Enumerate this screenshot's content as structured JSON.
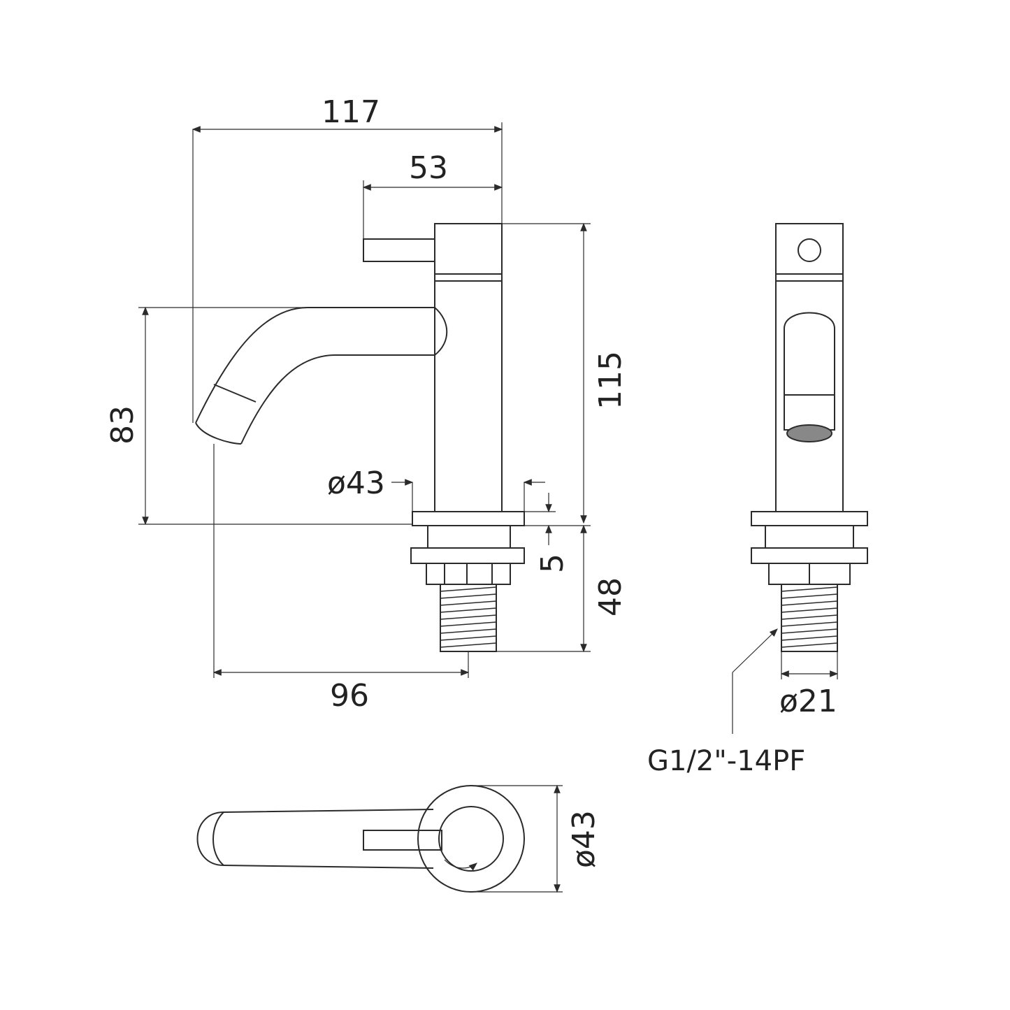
{
  "drawing": {
    "dimensions": {
      "total_width": "117",
      "handle_width": "53",
      "total_height": "115",
      "spout_height": "83",
      "base_diameter": "ø43",
      "base_offset": "5",
      "thread_length": "48",
      "spout_reach": "96",
      "thread_diameter": "ø21",
      "thread_spec": "G1/2\"-14PF",
      "top_diameter": "ø43"
    },
    "colors": {
      "line": "#2b2b2b",
      "background": "#ffffff"
    }
  }
}
